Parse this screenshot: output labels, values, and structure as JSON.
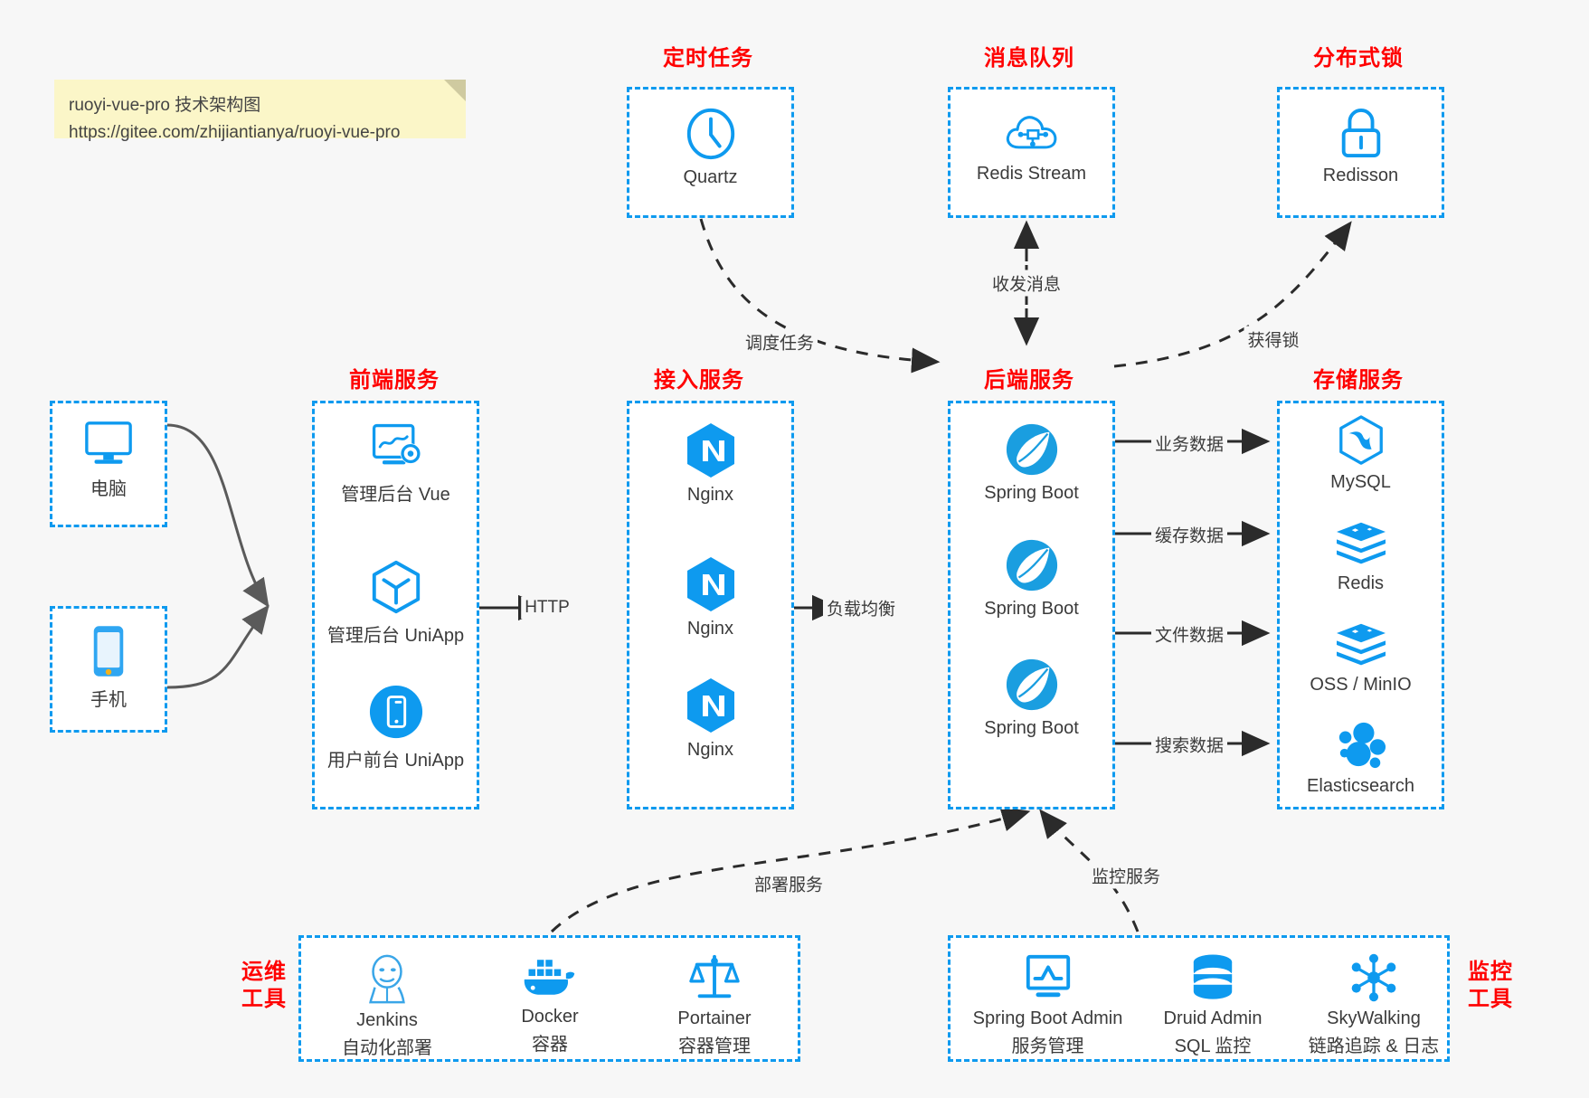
{
  "note": {
    "line1": "ruoyi-vue-pro 技术架构图",
    "line2": "https://gitee.com/zhijiantianya/ruoyi-vue-pro"
  },
  "colors": {
    "accent": "#0e9aef",
    "section_title": "#ff0000",
    "note_bg": "#fbf6c8",
    "page_bg": "#f7f7f7",
    "box_bg": "#ffffff",
    "edge": "#2b2b2b",
    "client_edge": "#5a5a5a"
  },
  "sections": {
    "scheduler": {
      "title": "定时任务"
    },
    "mq": {
      "title": "消息队列"
    },
    "lock": {
      "title": "分布式锁"
    },
    "frontend": {
      "title": "前端服务"
    },
    "gateway": {
      "title": "接入服务"
    },
    "backend": {
      "title": "后端服务"
    },
    "storage": {
      "title": "存储服务"
    },
    "devops": {
      "title_line1": "运维",
      "title_line2": "工具"
    },
    "monitor": {
      "title_line1": "监控",
      "title_line2": "工具"
    }
  },
  "clients": [
    {
      "icon": "desktop-computer-icon",
      "label": "电脑"
    },
    {
      "icon": "mobile-phone-icon",
      "label": "手机"
    }
  ],
  "scheduler_nodes": [
    {
      "icon": "clock-icon",
      "label": "Quartz"
    }
  ],
  "mq_nodes": [
    {
      "icon": "cloud-stream-icon",
      "label": "Redis Stream"
    }
  ],
  "lock_nodes": [
    {
      "icon": "padlock-icon",
      "label": "Redisson"
    }
  ],
  "frontend_nodes": [
    {
      "icon": "admin-dashboard-icon",
      "label": "管理后台 Vue"
    },
    {
      "icon": "uniapp-cube-icon",
      "label": "管理后台 UniApp"
    },
    {
      "icon": "mobile-app-icon",
      "label": "用户前台 UniApp"
    }
  ],
  "gateway_nodes": [
    {
      "icon": "nginx-icon",
      "label": "Nginx"
    },
    {
      "icon": "nginx-icon",
      "label": "Nginx"
    },
    {
      "icon": "nginx-icon",
      "label": "Nginx"
    }
  ],
  "backend_nodes": [
    {
      "icon": "spring-boot-icon",
      "label": "Spring Boot"
    },
    {
      "icon": "spring-boot-icon",
      "label": "Spring Boot"
    },
    {
      "icon": "spring-boot-icon",
      "label": "Spring Boot"
    }
  ],
  "storage_nodes": [
    {
      "icon": "mysql-icon",
      "label": "MySQL"
    },
    {
      "icon": "redis-icon",
      "label": "Redis"
    },
    {
      "icon": "oss-minio-icon",
      "label": "OSS / MinIO"
    },
    {
      "icon": "elasticsearch-icon",
      "label": "Elasticsearch"
    }
  ],
  "devops_nodes": [
    {
      "icon": "jenkins-icon",
      "label": "Jenkins",
      "sub": "自动化部署"
    },
    {
      "icon": "docker-icon",
      "label": "Docker",
      "sub": "容器"
    },
    {
      "icon": "portainer-icon",
      "label": "Portainer",
      "sub": "容器管理"
    }
  ],
  "monitor_nodes": [
    {
      "icon": "spring-boot-admin-icon",
      "label": "Spring Boot Admin",
      "sub": "服务管理"
    },
    {
      "icon": "druid-database-icon",
      "label": "Druid Admin",
      "sub": "SQL 监控"
    },
    {
      "icon": "skywalking-icon",
      "label": "SkyWalking",
      "sub": "链路追踪 & 日志"
    }
  ],
  "edge_labels": {
    "http": "HTTP",
    "load_balance": "负载均衡",
    "schedule_task": "调度任务",
    "send_receive_message": "收发消息",
    "acquire_lock": "获得锁",
    "business_data": "业务数据",
    "cache_data": "缓存数据",
    "file_data": "文件数据",
    "search_data": "搜索数据",
    "deploy_service": "部署服务",
    "monitor_service": "监控服务"
  }
}
